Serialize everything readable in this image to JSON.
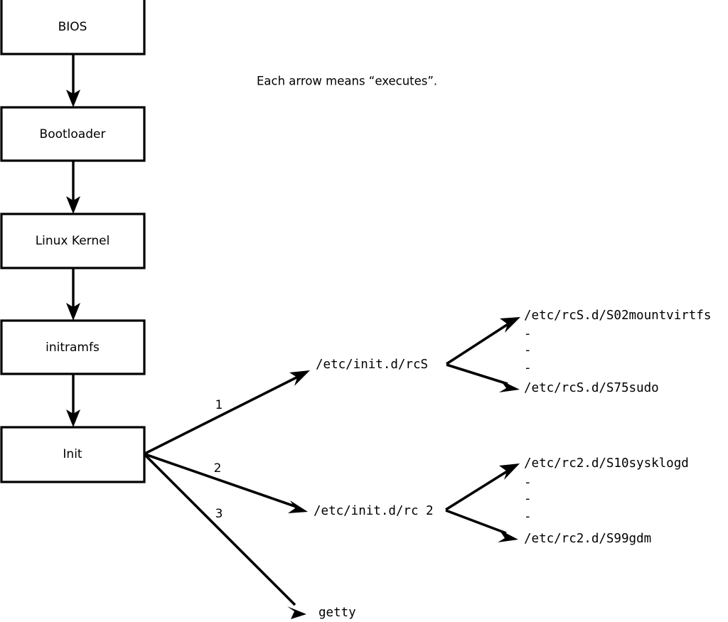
{
  "diagram": {
    "title_caption": "Each arrow means “executes”.",
    "boot_chain": [
      {
        "label": "BIOS"
      },
      {
        "label": "Bootloader"
      },
      {
        "label": "Linux Kernel"
      },
      {
        "label": "initramfs"
      },
      {
        "label": "Init"
      }
    ],
    "init_branches": [
      {
        "number": "1",
        "target": "/etc/init.d/rcS"
      },
      {
        "number": "2",
        "target": "/etc/init.d/rc 2"
      },
      {
        "number": "3",
        "target": "getty"
      }
    ],
    "rcs_scripts": {
      "first": "/etc/rcS.d/S02mountvirtfs",
      "ellipsis": [
        "-",
        "-",
        "-"
      ],
      "last": "/etc/rcS.d/S75sudo"
    },
    "rc2_scripts": {
      "first": "/etc/rc2.d/S10sysklogd",
      "ellipsis": [
        "-",
        "-",
        "-"
      ],
      "last": "/etc/rc2.d/S99gdm"
    },
    "colors": {
      "stroke": "#000000",
      "fill": "#ffffff",
      "background": "#ffffff"
    }
  }
}
